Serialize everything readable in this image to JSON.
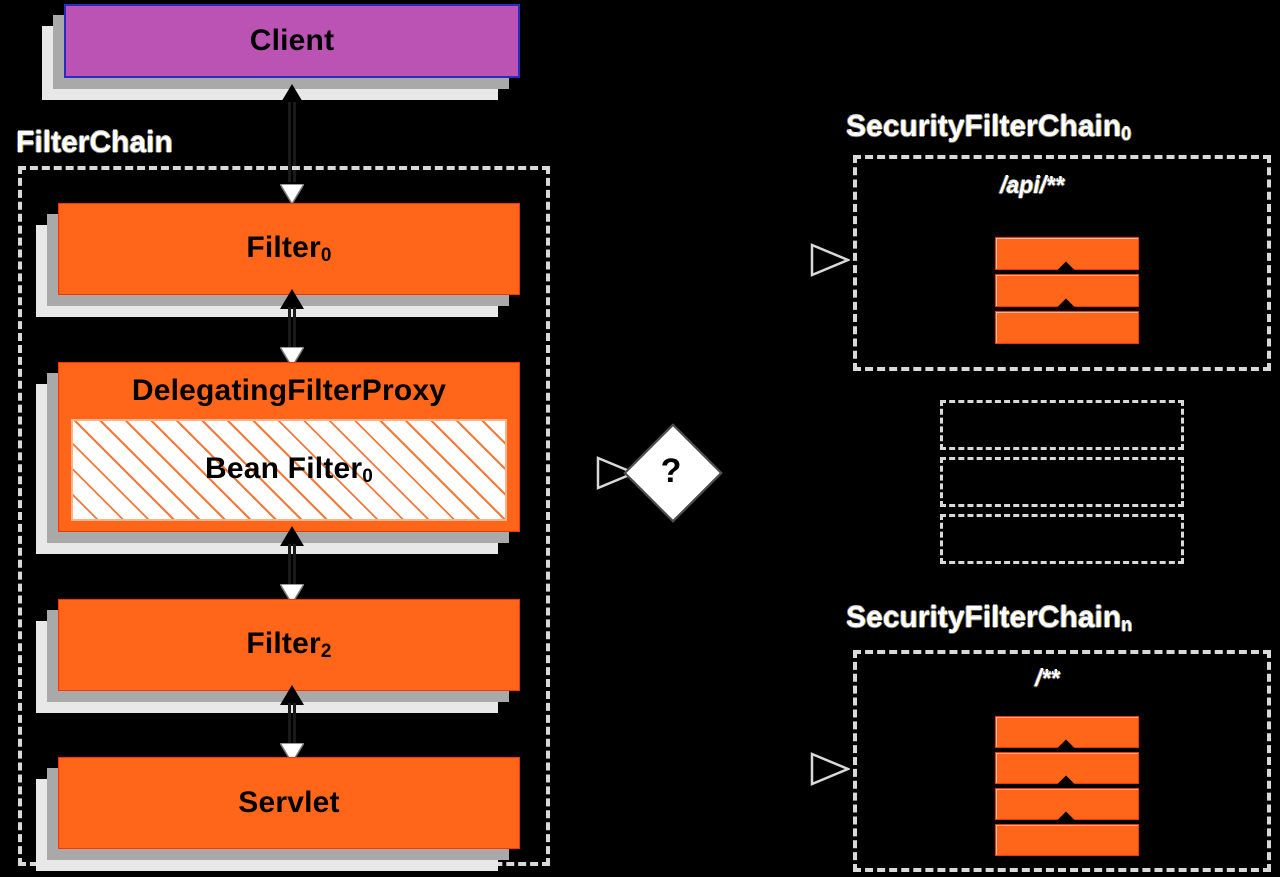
{
  "diagram": {
    "title": "Spring Security FilterChain delegation diagram",
    "background_color": "#000000"
  },
  "colors": {
    "client_fill": "#bb53b5",
    "client_border": "#2b2bbf",
    "filter_fill": "#ff6619",
    "filter_border": "#ff3300",
    "shadow_dark": "#a9a9a9",
    "shadow_light": "#e8e8e8",
    "dashed_border": "#d9d9d9",
    "hatch_line": "#f47a3c",
    "diamond_fill": "#ffffff",
    "text": "#000000"
  },
  "left_column": {
    "client": {
      "label": "Client"
    },
    "container_label": "FilterChain",
    "nodes": [
      {
        "label": "Filter",
        "subscript": "0"
      },
      {
        "label": "DelegatingFilterProxy",
        "inner_label": "Bean Filter",
        "inner_subscript": "0"
      },
      {
        "label": "Filter",
        "subscript": "2"
      },
      {
        "label": "Servlet",
        "subscript": ""
      }
    ]
  },
  "decision": {
    "label": "?"
  },
  "right_column": {
    "chains": [
      {
        "title": "SecurityFilterChain",
        "subscript": "0",
        "path": "/api/**",
        "filter_count": 3
      },
      {
        "title": "SecurityFilterChain",
        "subscript": "n",
        "path": "/**",
        "filter_count": 4
      }
    ],
    "ellipsis_boxes": 3
  }
}
